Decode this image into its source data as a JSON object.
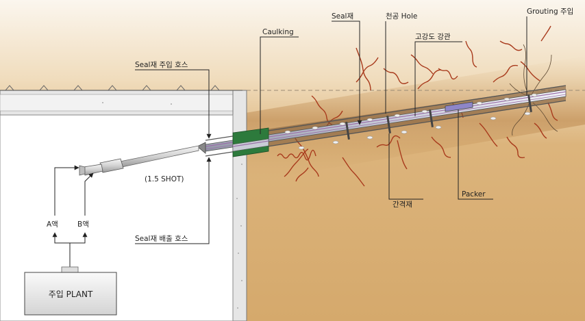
{
  "labels": {
    "caulking": "Caulking",
    "seal_material": "Seal재",
    "borehole": "천공 Hole",
    "steel_pipe": "고강도 강관",
    "grouting_injection": "Grouting 주입",
    "seal_injection_hose": "Seal재 주입 호스",
    "shot": "(1.5 SHOT)",
    "liquid_a": "A액",
    "liquid_b": "B액",
    "seal_discharge_hose": "Seal재 배출 호스",
    "spacer": "간격재",
    "packer": "Packer",
    "injection_plant": "주입 PLANT"
  },
  "colors": {
    "ground": "#d9b27a",
    "ground_light": "#f4e6cf",
    "crack": "#a83a1c",
    "caulking": "#2d7a3c",
    "concrete": "#e8e8e8",
    "pipe": "#c9ccd6"
  }
}
